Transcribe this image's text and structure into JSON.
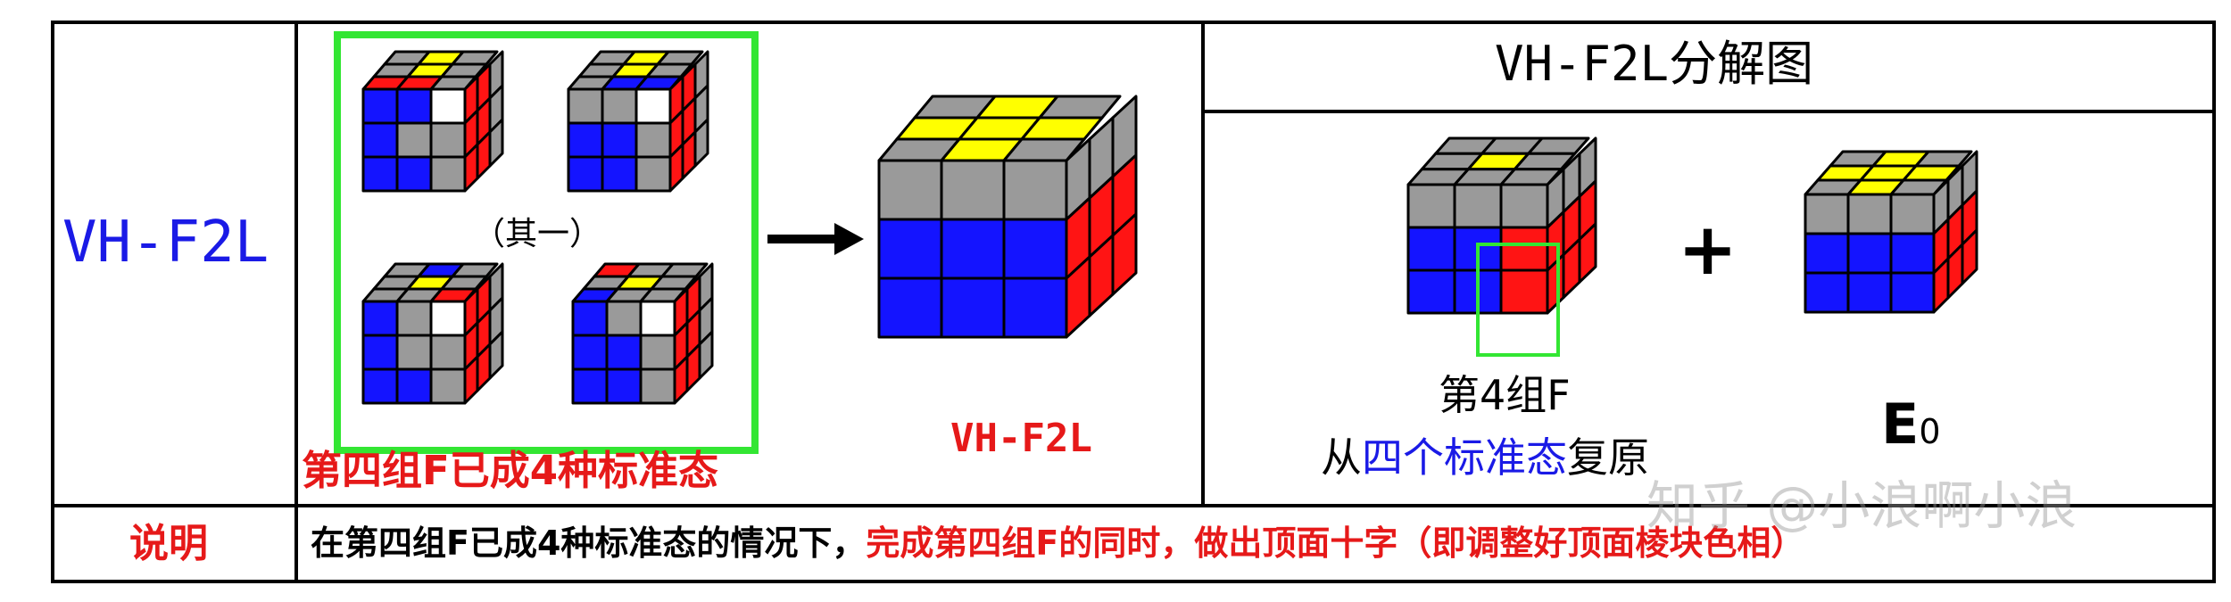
{
  "row_label": "VH-F2L",
  "decomposition_title": "VH-F2L分解图",
  "group_caption": "第四组F已成4种标准态",
  "group_center_label": "（其一）",
  "result_label": "VH-F2L",
  "part1_caption_line1": "第4组F",
  "part1_caption_line2": {
    "prefix": "从",
    "highlight": "四个标准态",
    "suffix": "复原"
  },
  "plus_sign": "+",
  "part2_label": "E",
  "part2_label_sub": "0",
  "notes_label": "说明",
  "notes": {
    "black_part": "在第四组F已成4种标准态的情况下，",
    "red_part": "完成第四组F的同时，做出顶面十字（即调整好顶面棱块色相）"
  },
  "watermark": "知乎 @小浪啊小浪",
  "colors": {
    "blue_text": "#1a1ae6",
    "red_text": "#e61919",
    "green_frame": "#33e633",
    "cube_yellow": "#ffff00",
    "cube_gray": "#9a9a9a",
    "cube_blue": "#1414ff",
    "cube_red": "#ff1414",
    "cube_white": "#ffffff"
  },
  "icons": [
    "arrow-right-icon",
    "plus-icon"
  ]
}
